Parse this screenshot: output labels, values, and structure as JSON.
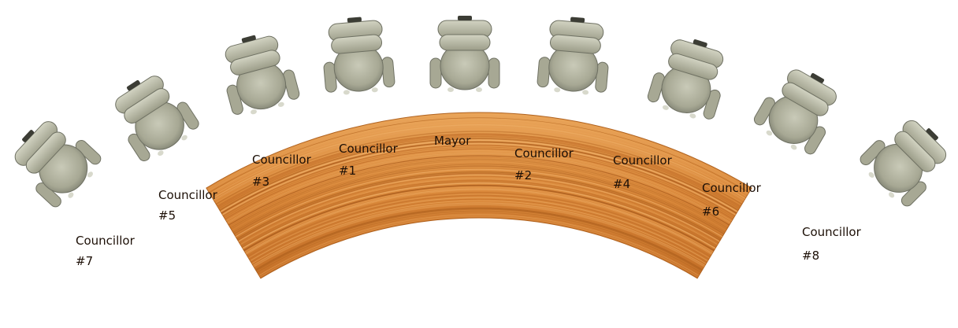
{
  "seating": {
    "seats": [
      {
        "id": "councillor-7",
        "title": "Councillor",
        "number": "#7"
      },
      {
        "id": "councillor-5",
        "title": "Councillor",
        "number": "#5"
      },
      {
        "id": "councillor-3",
        "title": "Councillor",
        "number": "#3"
      },
      {
        "id": "councillor-1",
        "title": "Councillor",
        "number": "#1"
      },
      {
        "id": "mayor",
        "title": "Mayor",
        "number": ""
      },
      {
        "id": "councillor-2",
        "title": "Councillor",
        "number": "#2"
      },
      {
        "id": "councillor-4",
        "title": "Councillor",
        "number": "#4"
      },
      {
        "id": "councillor-6",
        "title": "Councillor",
        "number": "#6"
      },
      {
        "id": "councillor-8",
        "title": "Councillor",
        "number": "#8"
      }
    ]
  },
  "colors": {
    "desk": "#d9883a",
    "desk_dark": "#b0621f",
    "desk_light": "#eba55c",
    "chair": "#a7a894",
    "chair_dark": "#6f7163",
    "chair_light": "#c9cab8",
    "label": "#1c0f06"
  }
}
